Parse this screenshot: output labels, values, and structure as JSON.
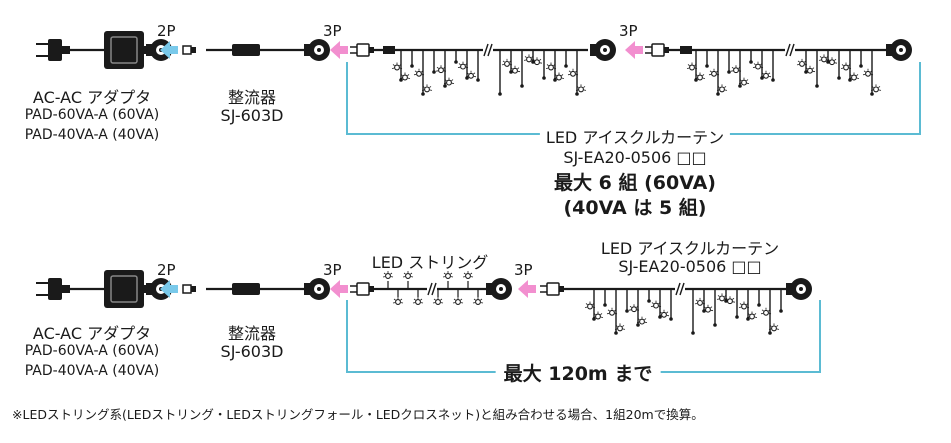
{
  "colors": {
    "line": "#1a1a1a",
    "bracket": "#5bbbd3",
    "arrow_blue": "#79c9ea",
    "arrow_pink": "#f28fcf",
    "background": "#ffffff"
  },
  "row1": {
    "port_2p": "2P",
    "port_3p_a": "3P",
    "port_3p_b": "3P",
    "adapter": {
      "name": "AC-AC アダプタ",
      "model1": "PAD-60VA-A (60VA)",
      "model2": "PAD-40VA-A (40VA)"
    },
    "rectifier": {
      "name": "整流器",
      "model": "SJ-603D"
    },
    "curtain": {
      "name": "LED アイスクルカーテン",
      "model": "SJ-EA20-0506 □□",
      "max_line1": "最大 6 組 (60VA)",
      "max_line2": "(40VA は 5 組)"
    }
  },
  "row2": {
    "port_2p": "2P",
    "port_3p_a": "3P",
    "port_3p_b": "3P",
    "adapter": {
      "name": "AC-AC アダプタ",
      "model1": "PAD-60VA-A (60VA)",
      "model2": "PAD-40VA-A (40VA)"
    },
    "rectifier": {
      "name": "整流器",
      "model": "SJ-603D"
    },
    "string": {
      "name": "LED ストリング"
    },
    "curtain": {
      "name": "LED アイスクルカーテン",
      "model": "SJ-EA20-0506 □□"
    },
    "max": "最大 120m まで"
  },
  "footnote": "※LEDストリング系(LEDストリング・LEDストリングフォール・LEDクロスネット)と組み合わせる場合、1組20mで換算。"
}
